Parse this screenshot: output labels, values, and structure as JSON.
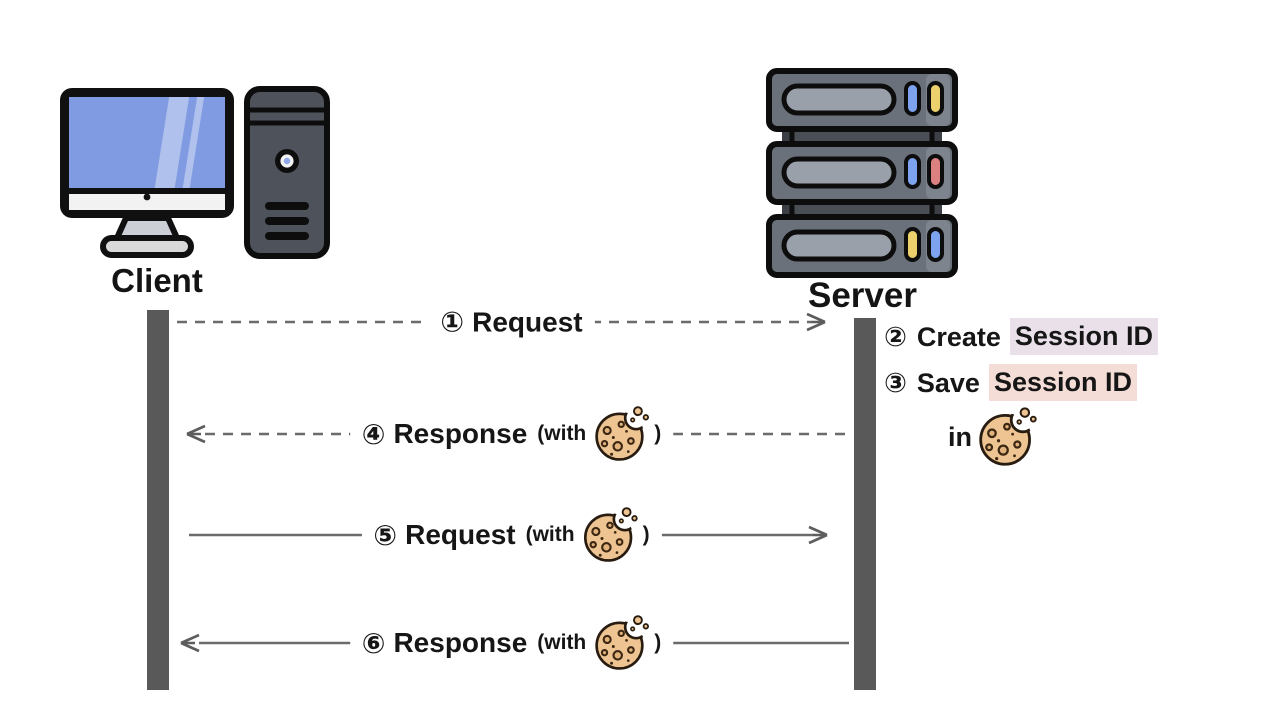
{
  "diagram": {
    "client": {
      "label": "Client"
    },
    "server": {
      "label": "Server"
    },
    "messages": [
      {
        "number": "①",
        "text": "Request"
      },
      {
        "number": "④",
        "text": "Response",
        "with_open": "(with",
        "close": ")"
      },
      {
        "number": "⑤",
        "text": "Request",
        "with_open": "(with",
        "close": ")"
      },
      {
        "number": "⑥",
        "text": "Response",
        "with_open": "(with",
        "close": ")"
      }
    ],
    "notes": [
      {
        "number": "②",
        "action": "Create",
        "highlight": "Session ID"
      },
      {
        "number": "③",
        "action": "Save",
        "highlight": "Session ID"
      },
      {
        "prefix": "in"
      }
    ],
    "icons": {
      "client": "desktop-computer-icon",
      "server": "server-rack-icon",
      "cookie": "cookie-icon"
    },
    "colors": {
      "lifeline": "#595959",
      "arrow": "#6b6b6b",
      "text": "#161616",
      "highlight_create": "#e9e0e9",
      "highlight_save": "#f4ddd6",
      "cookie_fill": "#edc492",
      "cookie_outline": "#281b10",
      "screen_blue": "#809be2",
      "led_blue": "#7da2ee",
      "led_yellow": "#ecd06b",
      "led_red": "#dd8080"
    }
  }
}
